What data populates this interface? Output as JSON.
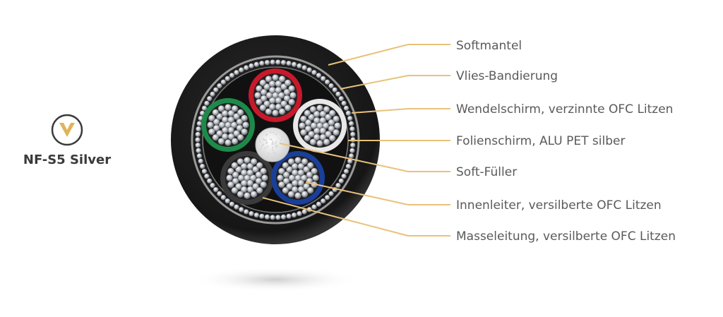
{
  "brand": {
    "name": "NF-S5 Silver",
    "logo_icon": "v-logo-icon"
  },
  "colors": {
    "accent": "#e8c27a",
    "jacket": "#1f1f1f",
    "core_red": "#c8192b",
    "core_green": "#1e8a4a",
    "core_white": "#e8e8e8",
    "core_blue": "#1a3f9a",
    "core_dark": "#3a3a3a"
  },
  "labels": [
    "Softmantel",
    "Vlies-Bandierung",
    "Wendelschirm, verzinnte OFC Litzen",
    "Folienschirm, ALU PET silber",
    "Soft-Füller",
    "Innenleiter, versilberte OFC Litzen",
    "Masseleitung, versilberte OFC Litzen"
  ]
}
